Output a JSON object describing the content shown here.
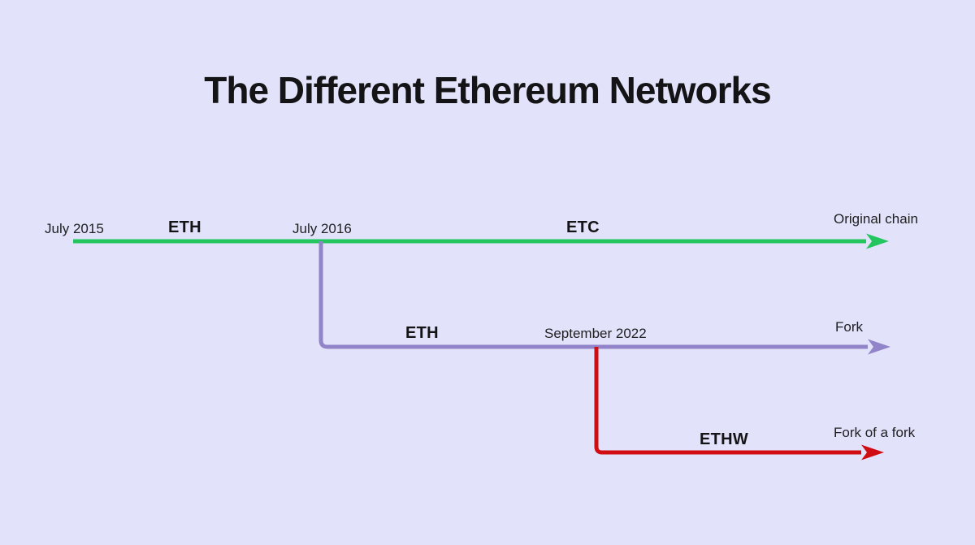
{
  "title": "The Different Ethereum Networks",
  "colors": {
    "background": "#e2e2fa",
    "original_chain": "#22c55e",
    "fork": "#9184c9",
    "fork_of_fork": "#d00d12",
    "text": "#1d1d1f"
  },
  "timeline": {
    "original_chain": {
      "start_date": "July 2015",
      "segment1_label": "ETH",
      "fork_date": "July 2016",
      "segment2_label": "ETC",
      "end_label": "Original chain"
    },
    "fork": {
      "segment_label": "ETH",
      "fork_date": "September 2022",
      "end_label": "Fork"
    },
    "fork_of_fork": {
      "segment_label": "ETHW",
      "end_label": "Fork of a fork"
    }
  }
}
